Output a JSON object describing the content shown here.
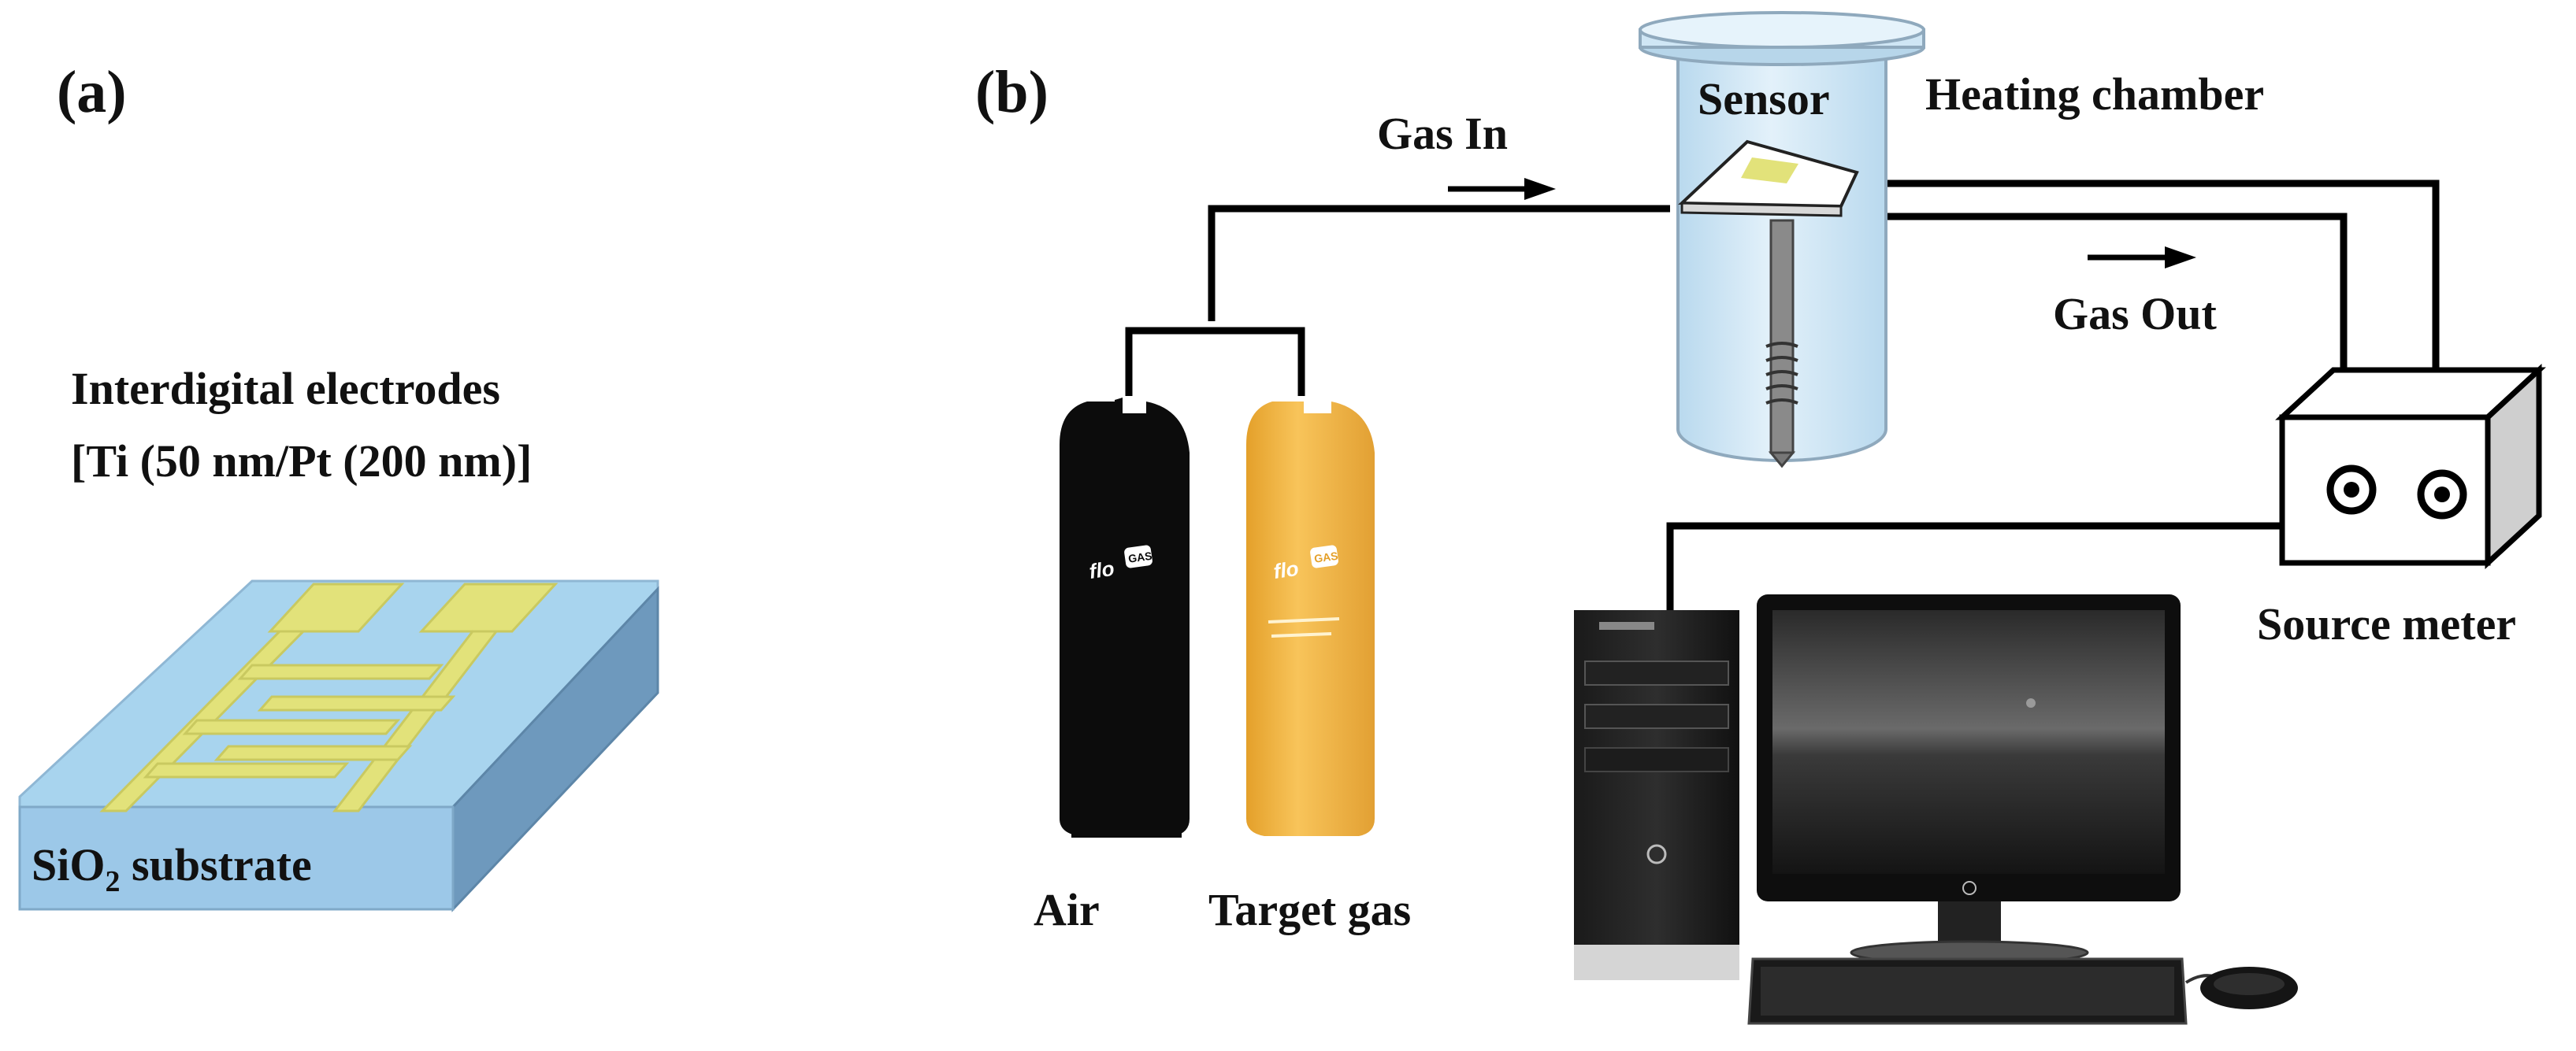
{
  "panel_a": {
    "label": "(a)",
    "electrode_caption_line1": "Interdigital electrodes",
    "electrode_caption_line2": "[Ti (50 nm/Pt (200 nm)]",
    "substrate_label_prefix": "SiO",
    "substrate_label_subscript": "2",
    "substrate_label_suffix": " substrate",
    "colors": {
      "substrate_top": "#a8d4ee",
      "substrate_front": "#9cc8e8",
      "substrate_side": "#6e99bd",
      "electrode": "#e2e27a"
    }
  },
  "panel_b": {
    "label": "(b)",
    "sensor_label": "Sensor",
    "chamber_label": "Heating chamber",
    "gas_in_label": "Gas In",
    "gas_out_label": "Gas Out",
    "source_meter_label": "Source meter",
    "cylinder_air_label": "Air",
    "cylinder_target_label": "Target gas",
    "cylinder_brand_text": "flo",
    "cylinder_brand_badge": "GAS",
    "colors": {
      "chamber": "#cfe6f5",
      "air_cylinder": "#0c0c0c",
      "target_cylinder": "#f3b53f",
      "sensor_pad": "#e2e27a"
    }
  }
}
